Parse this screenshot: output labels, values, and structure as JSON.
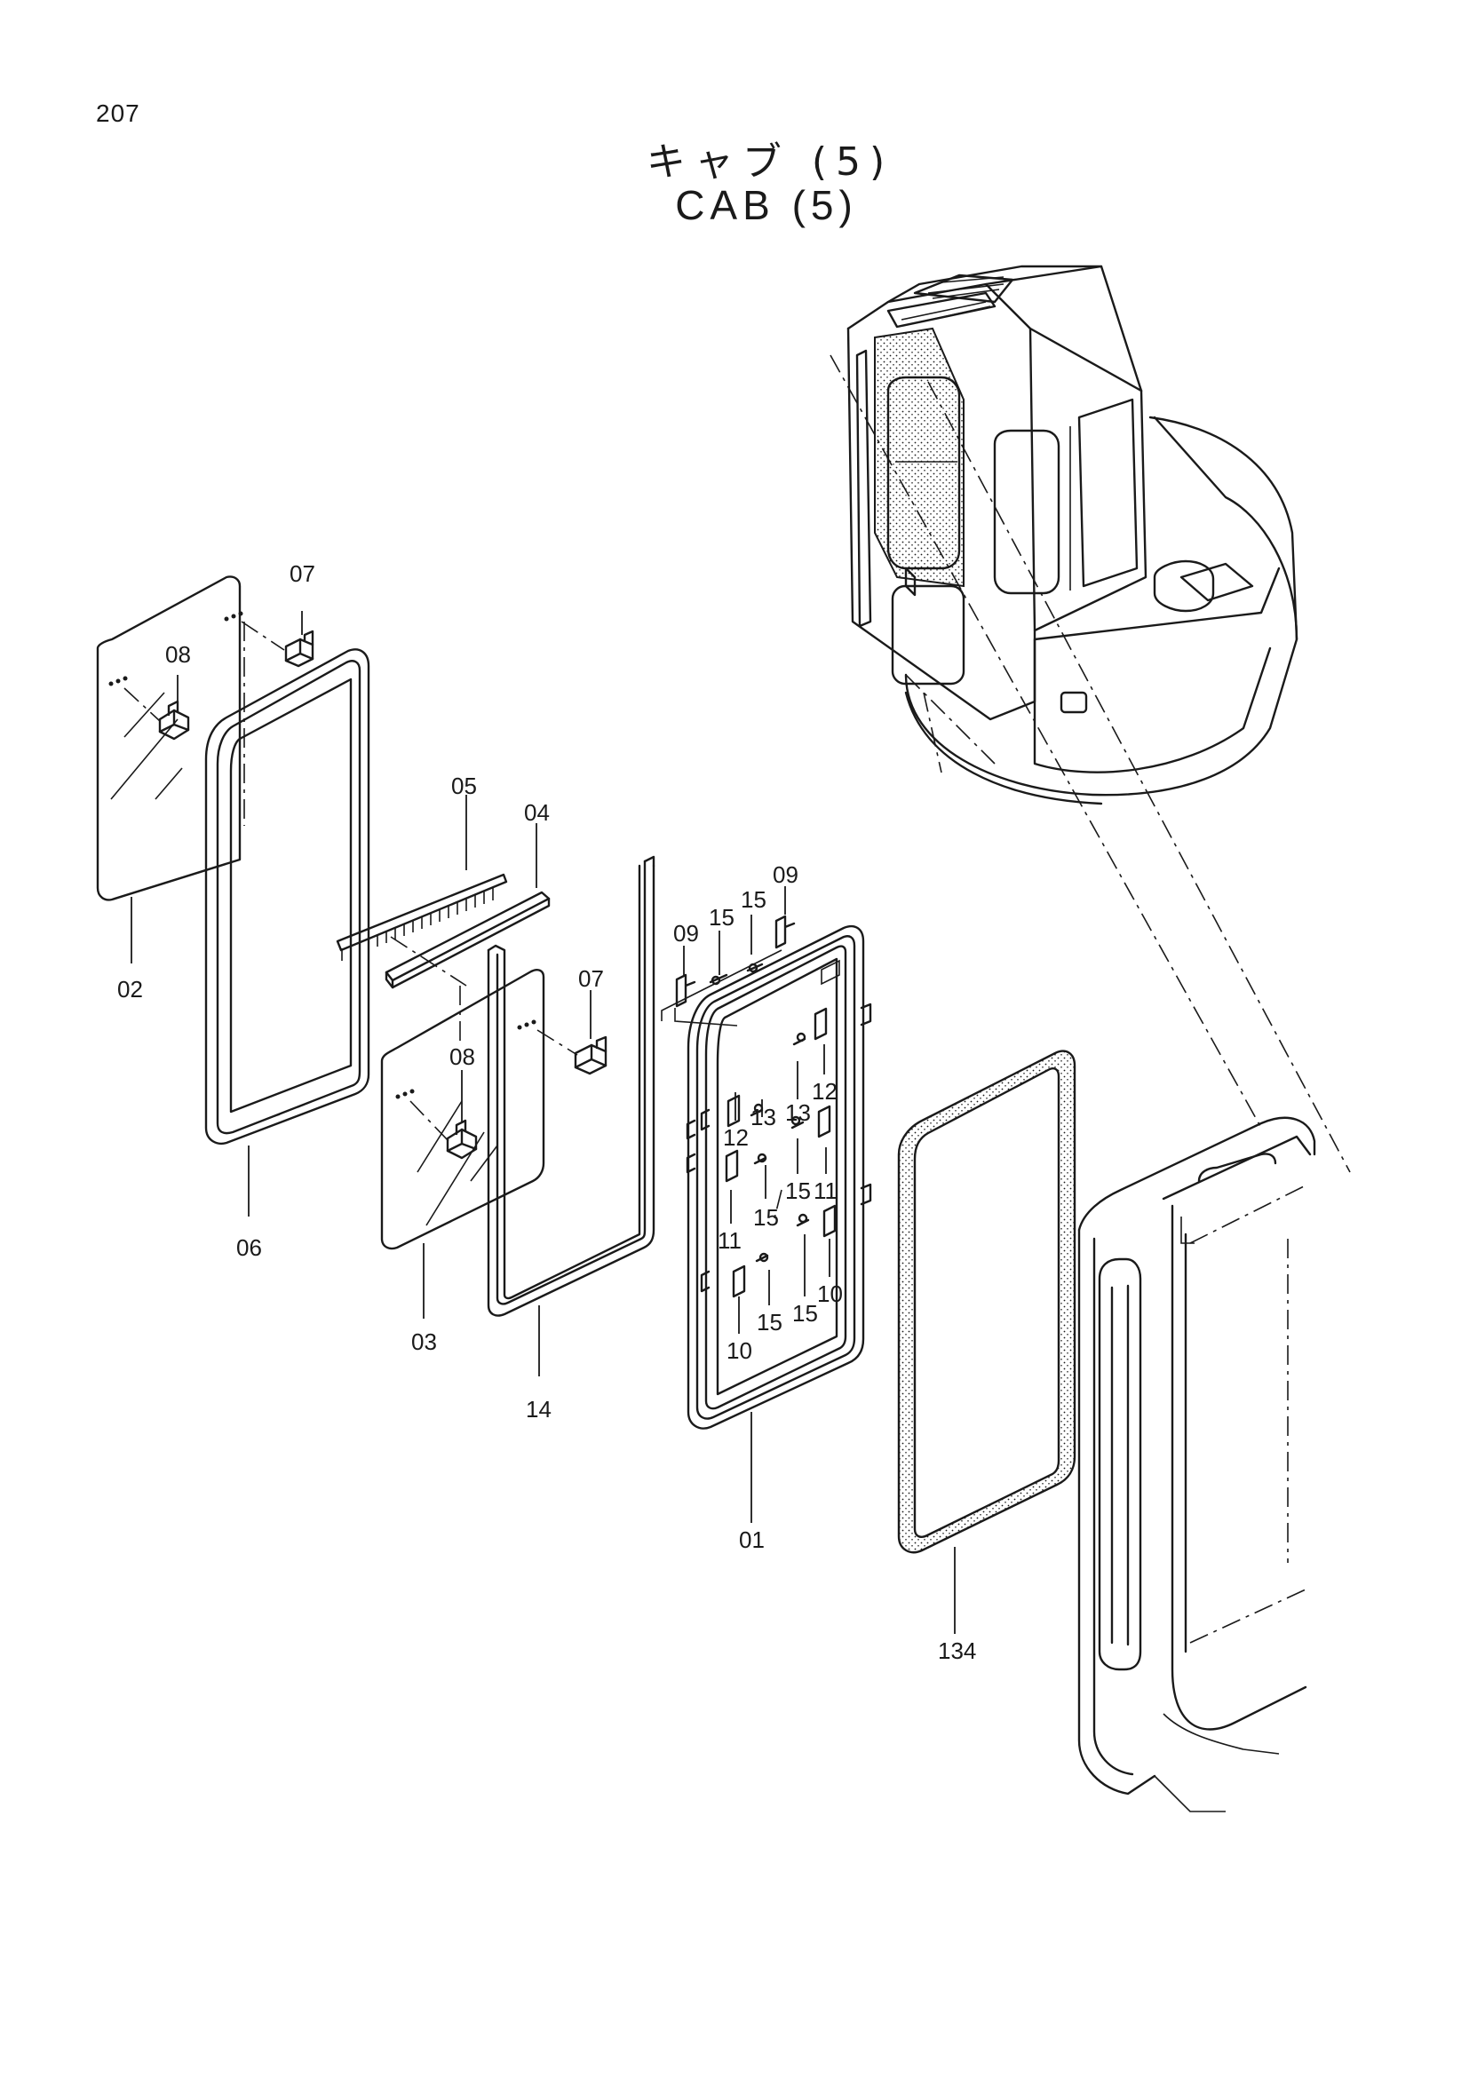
{
  "page": {
    "number": "207"
  },
  "title": {
    "japanese": "キャブ (5)",
    "english": "CAB (5)"
  },
  "callouts": [
    {
      "label": "07"
    },
    {
      "label": "08"
    },
    {
      "label": "02"
    },
    {
      "label": "06"
    },
    {
      "label": "05"
    },
    {
      "label": "04"
    },
    {
      "label": "07"
    },
    {
      "label": "08"
    },
    {
      "label": "03"
    },
    {
      "label": "14"
    },
    {
      "label": "09"
    },
    {
      "label": "15"
    },
    {
      "label": "15"
    },
    {
      "label": "09"
    },
    {
      "label": "12"
    },
    {
      "label": "13"
    },
    {
      "label": "13"
    },
    {
      "label": "12"
    },
    {
      "label": "15"
    },
    {
      "label": "11"
    },
    {
      "label": "15"
    },
    {
      "label": "11"
    },
    {
      "label": "10"
    },
    {
      "label": "15"
    },
    {
      "label": "15"
    },
    {
      "label": "10"
    },
    {
      "label": "01"
    },
    {
      "label": "134"
    }
  ]
}
